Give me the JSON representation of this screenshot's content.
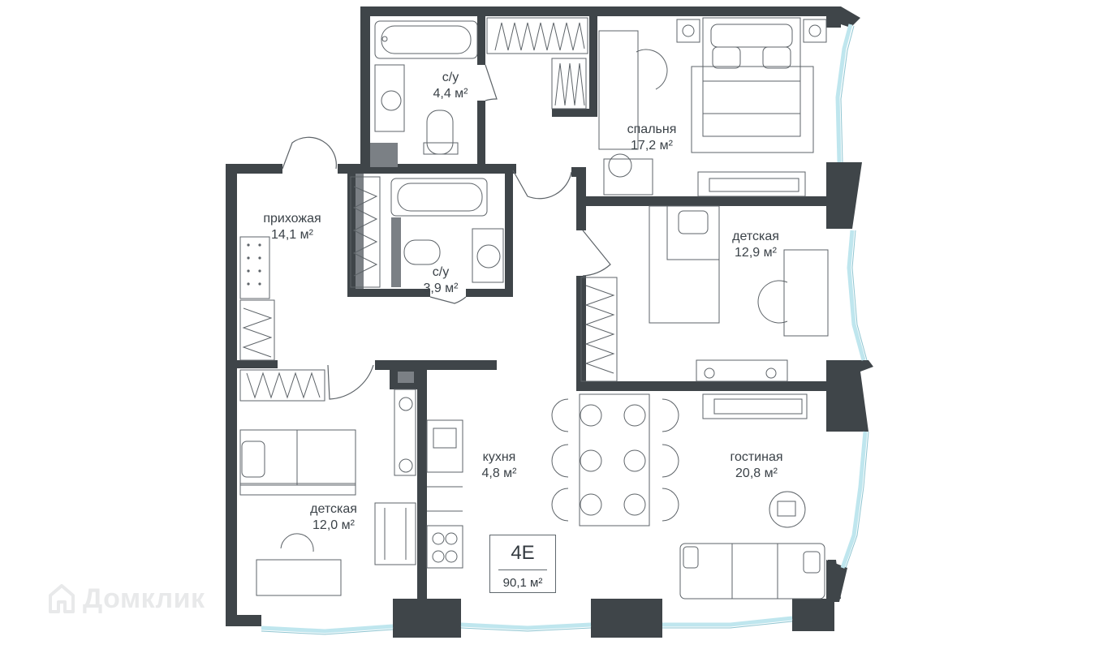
{
  "plan": {
    "code": "4E",
    "total_area": "90,1 м²"
  },
  "rooms": [
    {
      "id": "bath-top",
      "name": "с/у",
      "area": "4,4 м²"
    },
    {
      "id": "bath-mid",
      "name": "с/у",
      "area": "3,9 м²"
    },
    {
      "id": "bedroom",
      "name": "спальня",
      "area": "17,2 м²"
    },
    {
      "id": "hall",
      "name": "прихожая",
      "area": "14,1 м²"
    },
    {
      "id": "kids-right",
      "name": "детская",
      "area": "12,9 м²"
    },
    {
      "id": "kitchen",
      "name": "кухня",
      "area": "4,8 м²"
    },
    {
      "id": "living",
      "name": "гостиная",
      "area": "20,8 м²"
    },
    {
      "id": "kids-left",
      "name": "детская",
      "area": "12,0 м²"
    }
  ],
  "watermark": {
    "text": "Домклик"
  },
  "colors": {
    "wall": "#3f4549",
    "line": "#5d6368",
    "glass": "#bfe6ee",
    "wet": "#7b8085"
  }
}
